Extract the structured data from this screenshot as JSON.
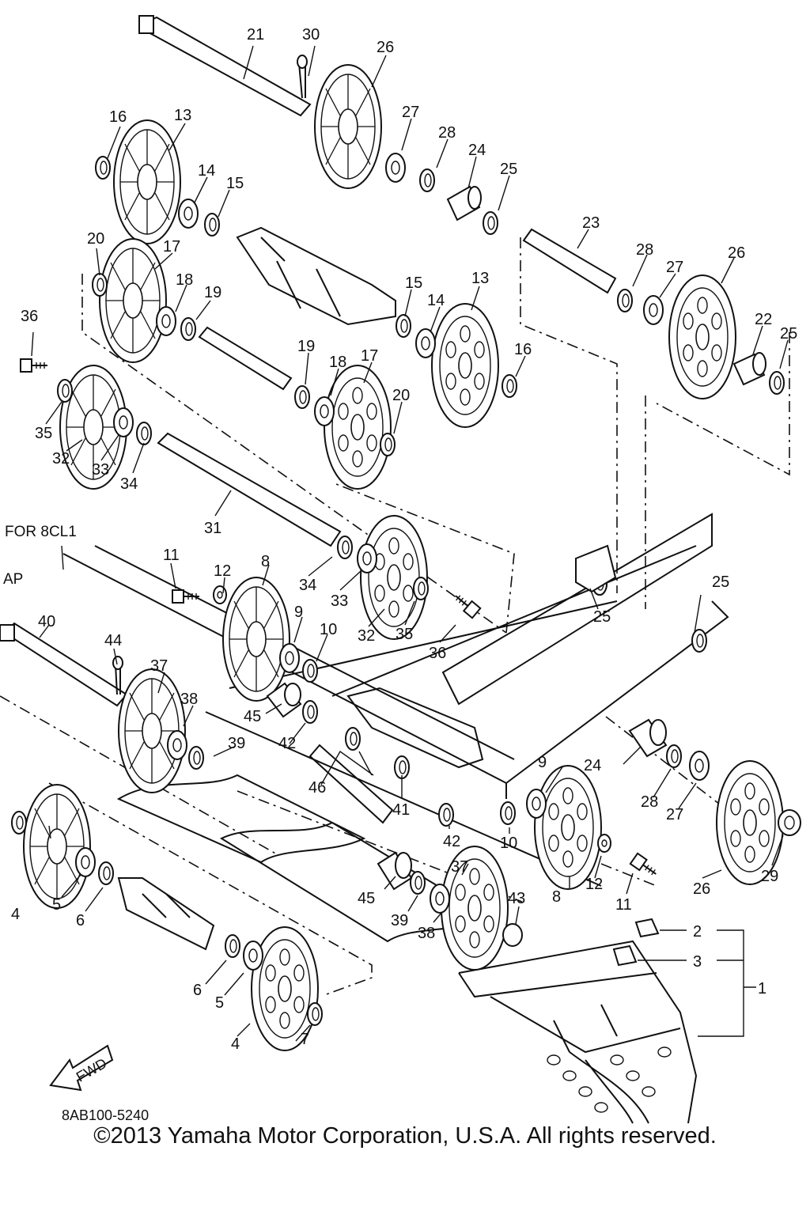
{
  "diagram": {
    "labels": [
      "1",
      "2",
      "3",
      "4",
      "4",
      "5",
      "5",
      "6",
      "6",
      "7",
      "8",
      "8",
      "9",
      "9",
      "10",
      "10",
      "11",
      "11",
      "12",
      "12",
      "13",
      "13",
      "14",
      "14",
      "15",
      "15",
      "16",
      "16",
      "17",
      "17",
      "18",
      "18",
      "19",
      "19",
      "20",
      "20",
      "21",
      "22",
      "23",
      "24",
      "24",
      "25",
      "25",
      "25",
      "25",
      "26",
      "26",
      "26",
      "27",
      "27",
      "27",
      "28",
      "28",
      "28",
      "29",
      "30",
      "31",
      "32",
      "32",
      "33",
      "33",
      "34",
      "34",
      "35",
      "35",
      "36",
      "36",
      "37",
      "37",
      "38",
      "38",
      "39",
      "39",
      "40",
      "41",
      "42",
      "42",
      "43",
      "44",
      "45",
      "45",
      "46"
    ],
    "note_model": "FOR 8CL1",
    "note_ap": "AP",
    "fwd_label": "FWD",
    "diagram_code": "8AB100-5240"
  },
  "footer": {
    "copyright": "©2013 Yamaha Motor Corporation, U.S.A. All rights reserved."
  }
}
